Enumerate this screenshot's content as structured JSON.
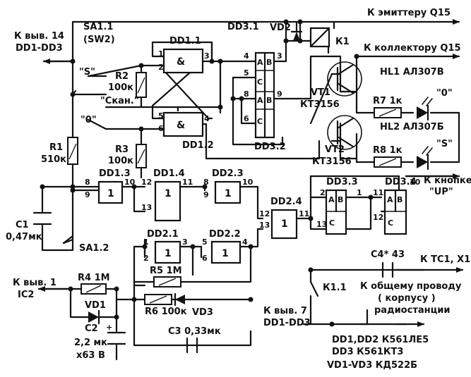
{
  "nets": {
    "emitter": "К эмиттеру Q15",
    "collector": "К коллектору Q15",
    "supply_1": "К выв. 14",
    "supply_2": "DD1-DD3",
    "gnd_1": "К выв. 7",
    "gnd_2": "DD1-DD3",
    "ic2_1": "К выв. 1",
    "ic2_2": "IC2",
    "up_1": "К кнопке",
    "up_2": "\"UP\"",
    "tc1": "К ТС1, Х1",
    "common_1": "К общему проводу",
    "common_2": "( корпусу )",
    "common_3": "радиостанции"
  },
  "components": {
    "sa11": "SA1.1",
    "sa11_alt": "(SW2)",
    "sa12": "SA1.2",
    "pos_s": "\"S\"",
    "pos_scan": "\"Скан.\"",
    "pos_0": "\"0\"",
    "r1": "R1",
    "r1_val": "510к",
    "r2": "R2",
    "r2_val": "100к",
    "r3": "R3",
    "r3_val": "100к",
    "r4": "R4 1М",
    "r5": "R5 1М",
    "r6": "R6 100к",
    "r7": "R7 1к",
    "r8": "R8 1к",
    "c1": "С1",
    "c1_val": "0,47мк",
    "c2": "С2",
    "c2_val_1": "2,2 мк",
    "c2_val_2": "х63 В",
    "c3": "С3 0,33мк",
    "c4": "С4* 43",
    "vd1": "VD1",
    "vd2": "VD2",
    "vd3": "VD3",
    "k1": "К1",
    "k11": "К1.1",
    "vt1": "VT1",
    "vt1_type": "КТ3156",
    "vt2": "VT2",
    "vt2_type": "КТ3156",
    "hl1": "HL1 АЛ307В",
    "hl1_lbl": "\"0\"",
    "hl2": "HL2 АЛ307Б",
    "hl2_lbl": "\"S\"",
    "dd11": "DD1.1",
    "dd12": "DD1.2",
    "dd13": "DD1.3",
    "dd14": "DD1.4",
    "dd21": "DD2.1",
    "dd22": "DD2.2",
    "dd23": "DD2.3",
    "dd24": "DD2.4",
    "dd31": "DD3.1",
    "dd32": "DD3.2",
    "dd33": "DD3.3",
    "dd34": "DD3.4"
  },
  "symbols": {
    "and": "&",
    "one": "1",
    "a": "A",
    "b": "B",
    "c": "C"
  },
  "pins": {
    "p1": "1",
    "p2": "2",
    "p3": "3",
    "p4": "4",
    "p5": "5",
    "p6": "6",
    "p8": "8",
    "p9": "9",
    "p10": "10",
    "p11": "11",
    "p12": "12",
    "p13": "13"
  },
  "legend": {
    "line1": "DD1,DD2 К561ЛЕ5",
    "line2": "DD3 К561КТ3",
    "line3": "VD1-VD3 КД522Б"
  }
}
